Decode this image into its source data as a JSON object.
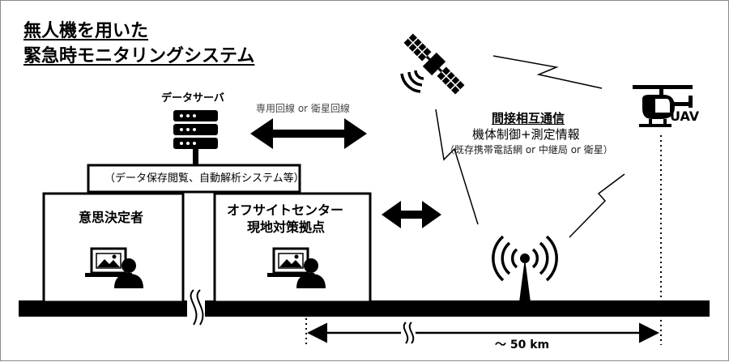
{
  "title": {
    "line1": "無人機を用いた",
    "line2": "緊急時モニタリングシステム"
  },
  "server": {
    "label": "データサーバ",
    "description": "（データ保存閲覧、自動解析システム等）"
  },
  "links": {
    "server_link": "専用回線 or 衛星回線"
  },
  "decision_maker": {
    "label": "意思決定者"
  },
  "offsite_center": {
    "line1": "オフサイトセンター",
    "line2": "現地対策拠点"
  },
  "communication": {
    "title": "間接相互通信",
    "content": "機体制御+測定情報",
    "method": "（既存携帯電話網 or 中継局 or 衛星）"
  },
  "uav": {
    "label": "UAV"
  },
  "distance": {
    "label": "～ 50 km"
  },
  "icons": [
    "satellite-icon",
    "helicopter-icon",
    "server-icon",
    "antenna-tower-icon",
    "computer-user-icon"
  ],
  "colors": {
    "ink": "#000000",
    "background": "#ffffff",
    "frame": "#8a8a8a"
  }
}
